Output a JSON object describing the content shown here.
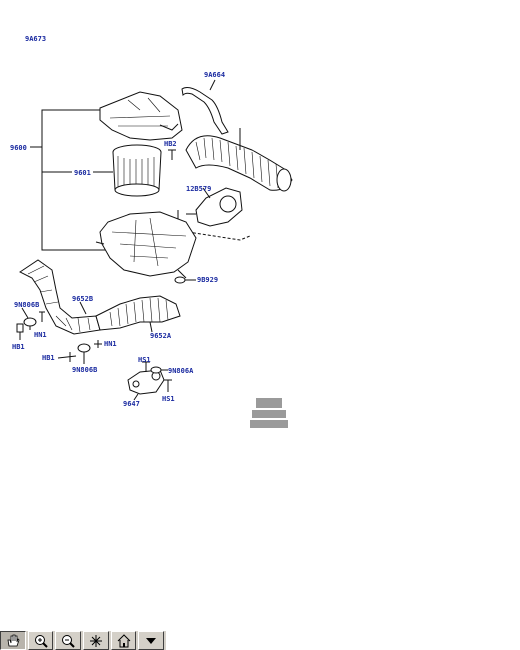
{
  "diagram": {
    "header_code": "9A673",
    "labels": {
      "l_9a664": "9A664",
      "l_9600": "9600",
      "l_hb2": "HB2",
      "l_9601": "9601",
      "l_12b579": "12B579",
      "l_9b929": "9B929",
      "l_9n806b_top": "9N806B",
      "l_9652b": "9652B",
      "l_hn1_a": "HN1",
      "l_hb1_a": "HB1",
      "l_9652a": "9652A",
      "l_hb1_b": "HB1",
      "l_hn1_b": "HN1",
      "l_9n806b_bot": "9N806B",
      "l_hs1_top": "HS1",
      "l_9n806a": "9N806A",
      "l_9647": "9647",
      "l_hs1_bot": "HS1"
    }
  },
  "toolbar": {
    "buttons": [
      {
        "icon": "hand-pan-icon",
        "active": true
      },
      {
        "icon": "zoom-in-icon",
        "active": false
      },
      {
        "icon": "zoom-out-icon",
        "active": false
      },
      {
        "icon": "fit-view-icon",
        "active": false
      },
      {
        "icon": "home-icon",
        "active": false
      },
      {
        "icon": "dropdown-arrow-icon",
        "active": false
      }
    ]
  }
}
